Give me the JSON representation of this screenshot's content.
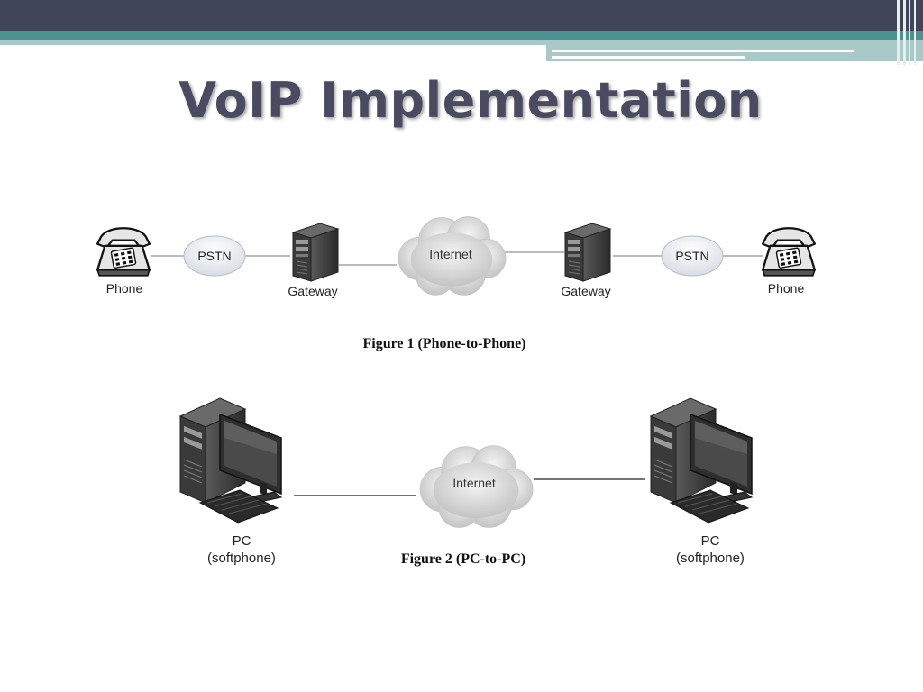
{
  "title": "VoIP Implementation",
  "colors": {
    "header_dark": "#404558",
    "header_teal": "#4d9191",
    "header_light": "#a9c8c8",
    "title": "#4a4a60"
  },
  "figure1": {
    "caption": "Figure 1 (Phone-to-Phone)",
    "nodes": {
      "phone_left": "Phone",
      "pstn_left": "PSTN",
      "gateway_left": "Gateway",
      "internet": "Internet",
      "gateway_right": "Gateway",
      "pstn_right": "PSTN",
      "phone_right": "Phone"
    }
  },
  "figure2": {
    "caption": "Figure 2 (PC-to-PC)",
    "nodes": {
      "pc_left": "PC",
      "pc_left_sub": "(softphone)",
      "internet": "Internet",
      "pc_right": "PC",
      "pc_right_sub": "(softphone)"
    }
  },
  "icons": [
    "telephone-icon",
    "server-icon",
    "cloud-icon",
    "desktop-pc-icon"
  ]
}
